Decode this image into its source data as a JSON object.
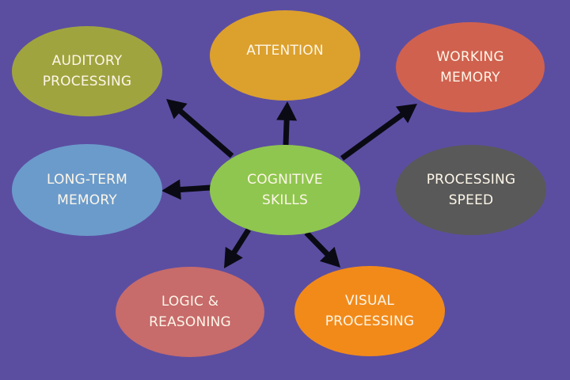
{
  "diagram": {
    "title": "Cognitive Skills mind map",
    "background_color": "#5b4ea1",
    "center": {
      "id": "cognitive-skills",
      "lines": [
        "COGNITIVE",
        "SKILLS"
      ],
      "color": "#8fc64f"
    },
    "nodes": [
      {
        "id": "auditory-processing",
        "lines": [
          "AUDITORY",
          "PROCESSING"
        ],
        "color": "#a0a43f",
        "connected": true
      },
      {
        "id": "attention",
        "lines": [
          "ATTENTION"
        ],
        "color": "#dca02d",
        "connected": true
      },
      {
        "id": "working-memory",
        "lines": [
          "WORKING",
          "MEMORY"
        ],
        "color": "#d0614f",
        "connected": true
      },
      {
        "id": "long-term-memory",
        "lines": [
          "LONG-TERM",
          "MEMORY"
        ],
        "color": "#6b9bcb",
        "connected": true
      },
      {
        "id": "processing-speed",
        "lines": [
          "PROCESSING",
          "SPEED"
        ],
        "color": "#595959",
        "connected": false
      },
      {
        "id": "logic-reasoning",
        "lines": [
          "LOGIC &",
          "REASONING"
        ],
        "color": "#c76b6b",
        "connected": true
      },
      {
        "id": "visual-processing",
        "lines": [
          "VISUAL",
          "PROCESSING"
        ],
        "color": "#f28a1a",
        "connected": true
      }
    ],
    "arrow_color": "#0a0a14"
  }
}
